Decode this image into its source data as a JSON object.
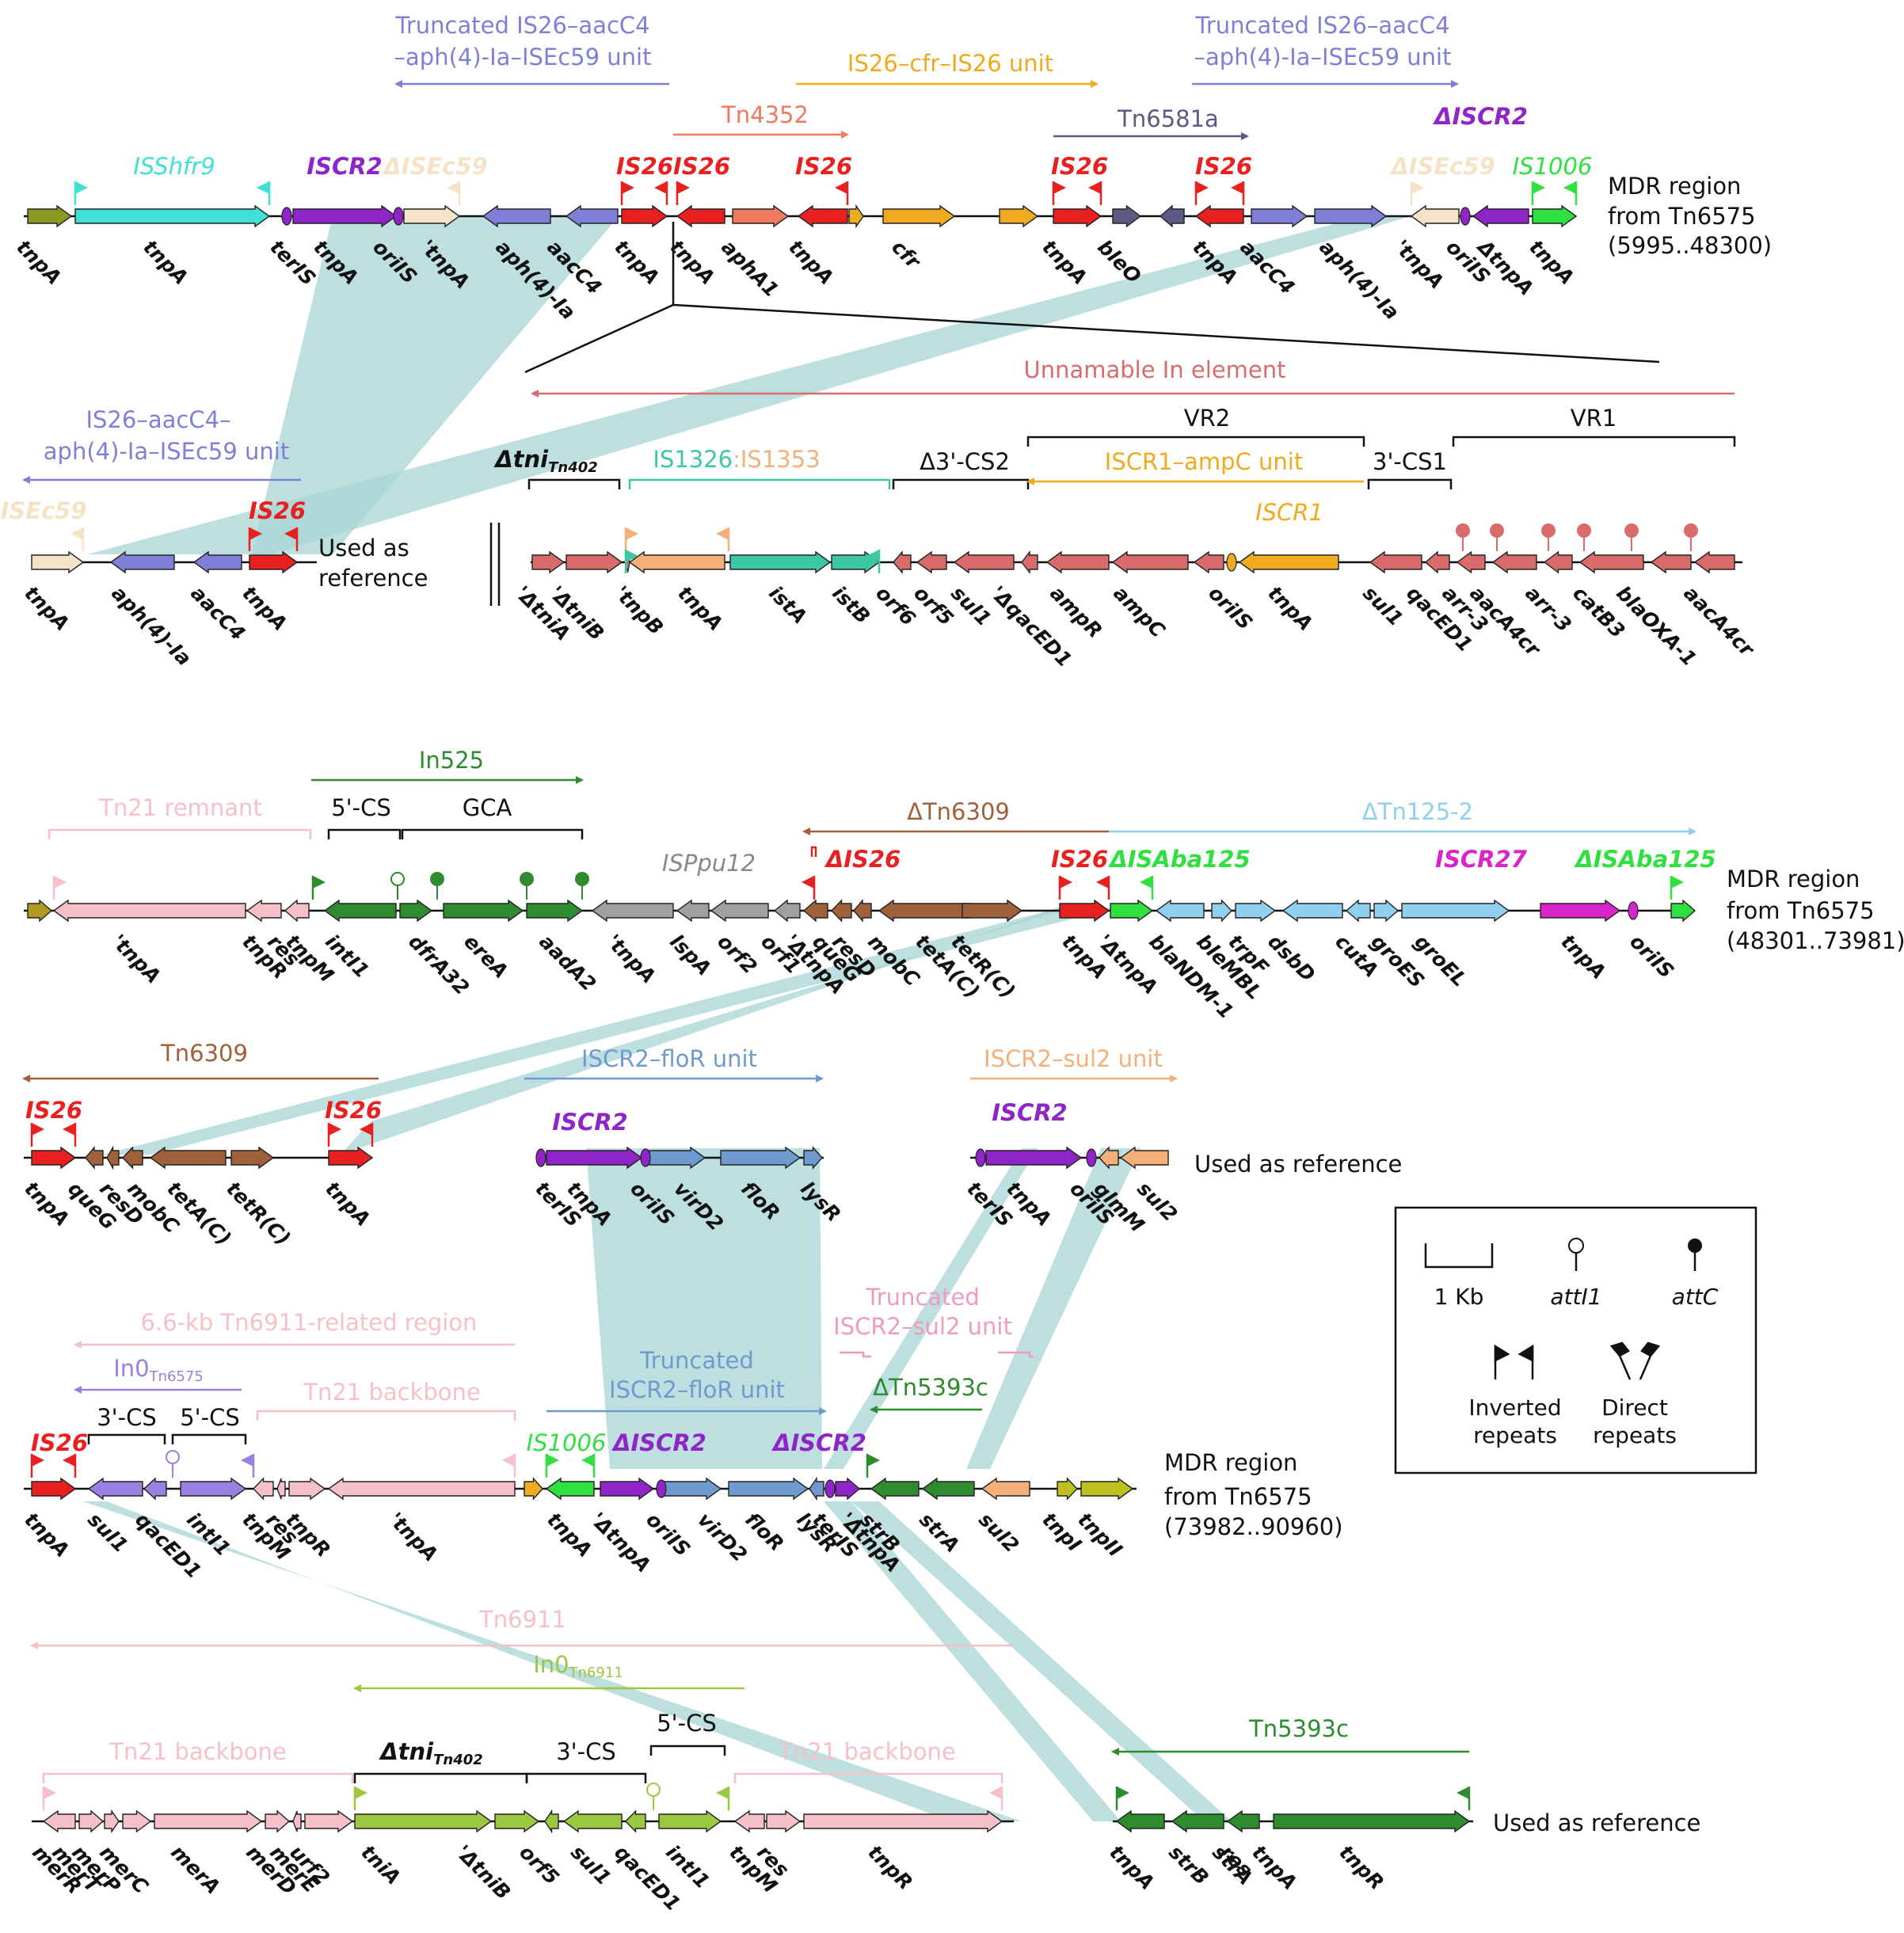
{
  "figure": {
    "mdr1": {
      "line1": "MDR region",
      "line2": "from Tn6575",
      "line3": "(5995..48300)"
    },
    "mdr2": {
      "line1": "MDR region",
      "line2": "from Tn6575",
      "line3": "(48301..73981)"
    },
    "mdr3": {
      "line1": "MDR region",
      "line2": "from Tn6575",
      "line3": "(73982..90960)"
    },
    "used_ref": "Used as reference",
    "used_ref_2l": {
      "line1": "Used as",
      "line2": "reference"
    }
  },
  "legend": {
    "scale": "1 Kb",
    "att1": "attI1",
    "attc": "attC",
    "ir_line1": "Inverted",
    "ir_line2": "repeats",
    "dr_line1": "Direct",
    "dr_line2": "repeats"
  },
  "colors": {
    "is26": "#e8201f",
    "iscr2": "#8f25c8",
    "isshfr9": "#3fe0d6",
    "isec59": "#f5e3c8",
    "aac": "#7f7fd8",
    "orange": "#f0aa20",
    "salmon": "#f07a60",
    "navy": "#5a5a85",
    "in_red": "#d96b6b",
    "teal": "#3ec7a5",
    "peach": "#f5b07a",
    "green_dark": "#2e8b2e",
    "brown": "#a0603a",
    "lightblue": "#8ed0ee",
    "magenta": "#d824c8",
    "bright_green": "#30e040",
    "pink": "#f5c0c8",
    "steel": "#6f9ad0",
    "lime": "#9ac840",
    "olive": "#c0c020",
    "shade": "#a8d4d4"
  },
  "row1": {
    "units": {
      "trunc_left_1": "Truncated IS26–aacC4",
      "trunc_left_2": "–aph(4)-Ia–ISEc59 unit",
      "cfr_unit": "IS26–cfr–IS26 unit",
      "trunc_right_1": "Truncated IS26–aacC4",
      "trunc_right_2": "–aph(4)-Ia–ISEc59 unit",
      "tn4352": "Tn4352",
      "tn6581a": "Tn6581a",
      "d_iscr2": "ΔISCR2"
    },
    "elements": {
      "isshfr9": "ISShfr9",
      "iscr2": "ISCR2",
      "d_isec59": "ΔISEc59",
      "is26a": "IS26",
      "is26b": "IS26",
      "is26c": "IS26",
      "is26d": "IS26",
      "is26e": "IS26",
      "d_isec59b": "ΔISEc59",
      "is1006": "IS1006"
    },
    "genes": [
      "tnpA",
      "tnpA",
      "terIS",
      "tnpA",
      "oriIS",
      "'tnpA",
      "aph(4)-Ia",
      "aacC4",
      "tnpA",
      "tnpA",
      "aphA1",
      "tnpA",
      "cfr",
      "tnpA",
      "bleO",
      "tnpA",
      "aacC4",
      "aph(4)-Ia",
      "'tnpA",
      "oriIS",
      "ΔtnpA",
      "tnpA"
    ]
  },
  "row2": {
    "unit_1": "IS26–aacC4–",
    "unit_2": "aph(4)-Ia–ISEc59 unit",
    "isec59": "ISEc59",
    "is26": "IS26",
    "genes": [
      "tnpA",
      "aph(4)-Ia",
      "aacC4",
      "tnpA"
    ]
  },
  "row2b": {
    "unnamable": "Unnamable In element",
    "vr2": "VR2",
    "vr1": "VR1",
    "dtni_main": "Δtni",
    "dtni_sub": "Tn402",
    "is1326_a": "IS1326",
    "is1326_b": ":IS1353",
    "d3cs2": "Δ3'-CS2",
    "iscr1_unit": "ISCR1–ampC unit",
    "cs1": "3'-CS1",
    "iscr1": "ISCR1",
    "genes": [
      "'ΔtniA",
      "'ΔtniB",
      "'tnpB",
      "tnpA",
      "istA",
      "istB",
      "orf6",
      "orf5",
      "sul1",
      "'ΔqacED1",
      "ampR",
      "ampC",
      "oriIS",
      "tnpA",
      "sul1",
      "qacED1",
      "arr-3",
      "aacA4cr",
      "arr-3",
      "catB3",
      "blaOXA-1",
      "aacA4cr"
    ]
  },
  "row3": {
    "in525": "In525",
    "tn21rem": "Tn21 remnant",
    "cs5": "5'-CS",
    "gca": "GCA",
    "dtn6309": "ΔTn6309",
    "dtn125": "ΔTn125-2",
    "ispu12": "ISPpu12",
    "dis26": "ΔIS26",
    "is26": "IS26",
    "disaba125": "ΔISAba125",
    "iscr27": "ISCR27",
    "disaba125b": "ΔISAba125",
    "genes": [
      "'tnpA",
      "tnpR",
      "res",
      "tnpM",
      "intI1",
      "dfrA32",
      "ereA",
      "aadA2",
      "'tnpA",
      "lspA",
      "orf2",
      "orf1",
      "'ΔtnpA",
      "queG",
      "resD",
      "mobC",
      "tetA(C)",
      "tetR(C)",
      "tnpA",
      "'ΔtnpA",
      "blaNDM-1",
      "bleMBL",
      "trpF",
      "dsbD",
      "cutA",
      "groES",
      "groEL",
      "tnpA",
      "oriIS"
    ]
  },
  "row4": {
    "tn6309": "Tn6309",
    "is26a": "IS26",
    "is26b": "IS26",
    "genes_a": [
      "tnpA",
      "queG",
      "resD",
      "mobC",
      "tetA(C)",
      "tetR(C)",
      "tnpA"
    ],
    "floR_unit": "ISCR2–floR unit",
    "iscr2": "ISCR2",
    "genes_b": [
      "terIS",
      "tnpA",
      "oriIS",
      "virD2",
      "floR",
      "lysR"
    ],
    "sul2_unit": "ISCR2–sul2 unit",
    "iscr2b": "ISCR2",
    "genes_c": [
      "terIS",
      "tnpA",
      "oriIS",
      "glmM",
      "sul2"
    ]
  },
  "row5": {
    "tn6911rel": "6.6-kb Tn6911-related region",
    "in0_main": "In0",
    "in0_sub": "Tn6575",
    "trunc_sul2_1": "Truncated",
    "trunc_sul2_2": "ISCR2–sul2 unit",
    "cs3": "3'-CS",
    "cs5": "5'-CS",
    "tn21bb": "Tn21 backbone",
    "trunc_floR_1": "Truncated",
    "trunc_floR_2": "ISCR2–floR unit",
    "dtn5393": "ΔTn5393c",
    "is26": "IS26",
    "is1006": "IS1006",
    "discr2a": "ΔISCR2",
    "discr2b": "ΔISCR2",
    "genes": [
      "tnpA",
      "sul1",
      "qacED1",
      "intI1",
      "tnpM",
      "res",
      "tnpR",
      "'tnpA",
      "tnpA",
      "'ΔtnpA",
      "oriIS",
      "virD2",
      "floR",
      "lysR",
      "terIS",
      "'ΔtnpA",
      "strB",
      "strA",
      "sul2",
      "tnpI",
      "tnpII"
    ]
  },
  "row6": {
    "tn6911": "Tn6911",
    "in0_main": "In0",
    "in0_sub": "Tn6911",
    "tn21bb_l": "Tn21 backbone",
    "dtni_main": "Δtni",
    "dtni_sub": "Tn402",
    "cs3": "3'-CS",
    "cs5": "5'-CS",
    "tn21bb_r": "Tn21 backbone",
    "tn5393": "Tn5393c",
    "genes": [
      "merR",
      "merT",
      "merP",
      "merC",
      "merA",
      "merD",
      "merE",
      "urf2",
      "tniA",
      "'ΔtniB",
      "orf5",
      "sul1",
      "qacED1",
      "intI1",
      "tnpM",
      "res",
      "tnpR",
      "tnpA",
      "strB",
      "strA",
      "tnpR",
      "res",
      "tnpA"
    ]
  }
}
